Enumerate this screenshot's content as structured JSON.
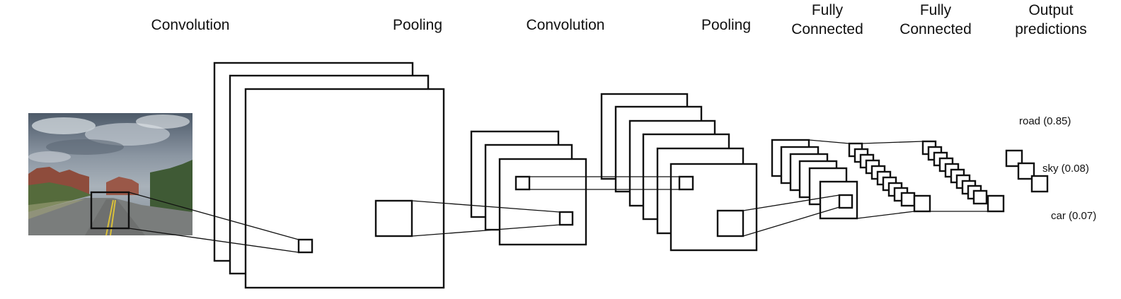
{
  "stages": [
    {
      "id": "conv1",
      "text": "Convolution"
    },
    {
      "id": "pool1",
      "text": "Pooling"
    },
    {
      "id": "conv2",
      "text": "Convolution"
    },
    {
      "id": "pool2",
      "text": "Pooling"
    },
    {
      "id": "fc1",
      "text": "Fully\nConnected"
    },
    {
      "id": "fc2",
      "text": "Fully\nConnected"
    },
    {
      "id": "out",
      "text": "Output\npredictions"
    }
  ],
  "predictions": [
    {
      "id": "road",
      "text": "road (0.85)"
    },
    {
      "id": "sky",
      "text": "sky (0.08)"
    },
    {
      "id": "car",
      "text": "car (0.07)"
    }
  ],
  "colors": {
    "stroke": "#111111",
    "background": "#ffffff"
  }
}
